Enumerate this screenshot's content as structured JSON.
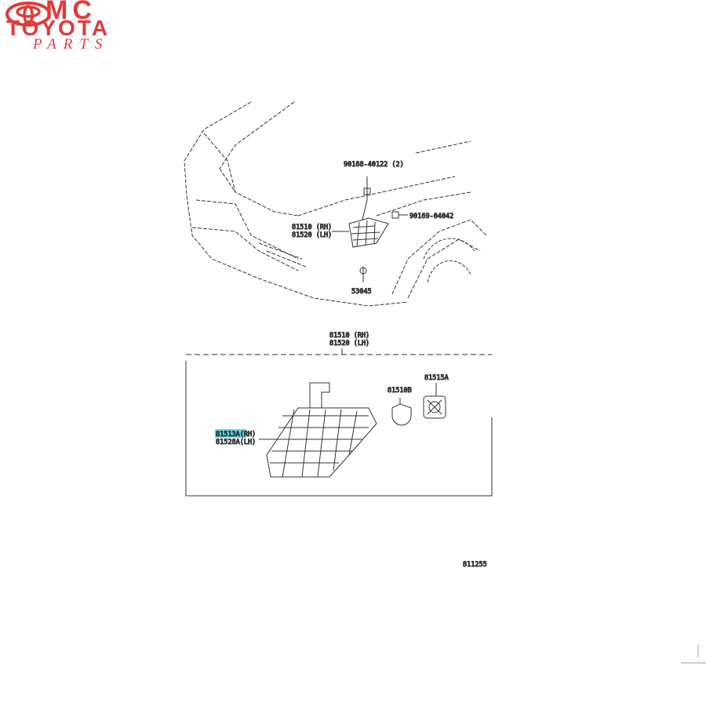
{
  "logo": {
    "mc": "MC",
    "toyota": "TOYOTA",
    "parts": "PARTS",
    "color": "#e23a3a"
  },
  "labels": {
    "bolt_top": "90168-40122 (2)",
    "bolt_right": "90169-04042",
    "lamp_assy_rh_top": "81510 (RH)",
    "lamp_assy_lh_top": "81520 (LH)",
    "clip": "53045",
    "box_rh": "81510 (RH)",
    "box_lh": "81520 (LH)",
    "bulb": "81510B",
    "socket": "81515A",
    "lens_rh": "81513A(RH)",
    "lens_lh": "81528A(LH)",
    "figure_code": "811255"
  },
  "highlight_color": "#3fd7e6"
}
